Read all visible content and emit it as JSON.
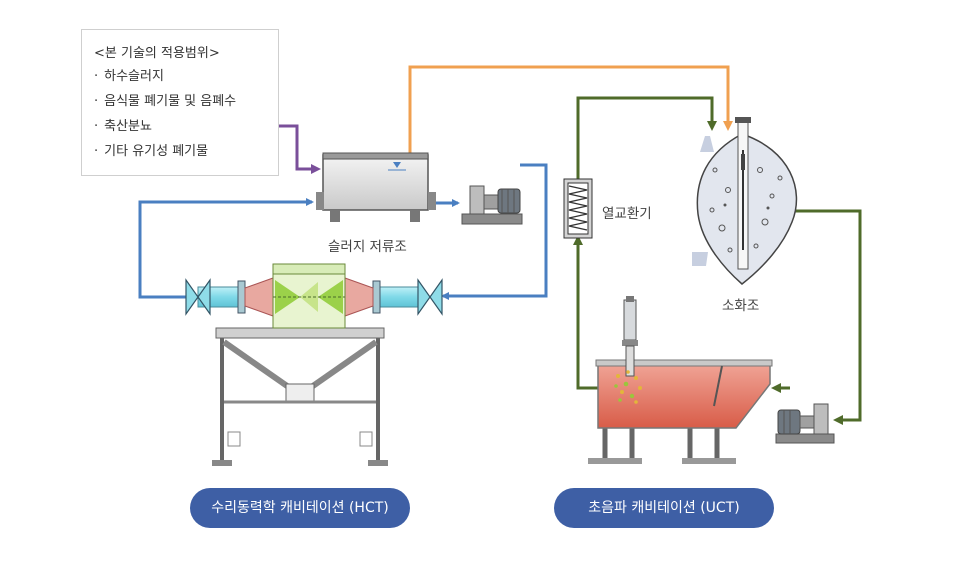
{
  "scope": {
    "title": "<본 기술의 적용범위>",
    "items": [
      "하수슬러지",
      "음식물 폐기물 및 음폐수",
      "축산분뇨",
      "기타 유기성 폐기물"
    ],
    "bullet": "·"
  },
  "labels": {
    "sludge_tank": "슬러지 저류조",
    "heat_exchanger": "열교환기",
    "digester": "소화조"
  },
  "buttons": {
    "hct": "수리동력학 캐비테이션 (HCT)",
    "uct": "초음파 캐비테이션 (UCT)"
  },
  "colors": {
    "blue_line": "#4a7fc1",
    "orange_line": "#f0a050",
    "purple_line": "#7a4f9a",
    "green_line": "#4f6b2a",
    "button_bg": "#3e5fa5",
    "tank_red": "#e07a68",
    "digester_fill": "#e2e6ee"
  }
}
